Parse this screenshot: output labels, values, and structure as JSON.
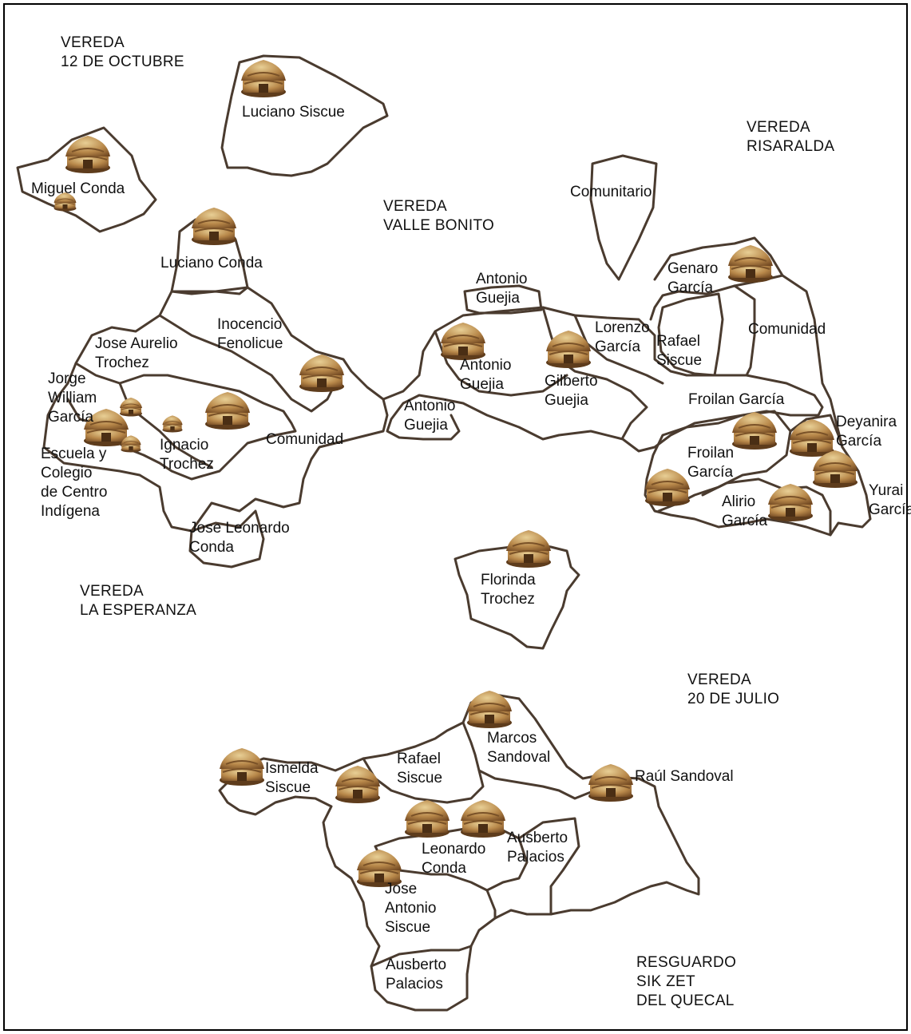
{
  "regions": {
    "r1": [
      "VEREDA",
      "12 DE OCTUBRE"
    ],
    "r2": [
      "VEREDA",
      "RISARALDA"
    ],
    "r3": [
      "VEREDA",
      "VALLE BONITO"
    ],
    "r4": [
      "VEREDA",
      "LA ESPERANZA"
    ],
    "r5": [
      "VEREDA",
      "20 DE JULIO"
    ],
    "r6": [
      "RESGUARDO",
      "SIK ZET",
      "DEL QUECAL"
    ]
  },
  "plots": {
    "luciano_siscue": [
      "Luciano Siscue"
    ],
    "miguel_conda": [
      "Miguel Conda"
    ],
    "comunitario": [
      "Comunitario"
    ],
    "luciano_conda": [
      "Luciano Conda"
    ],
    "antonio_guejia_top": [
      "Antonio",
      "Guejia"
    ],
    "genaro_garcia": [
      "Genaro",
      "García"
    ],
    "inocencio_fenolicue": [
      "Inocencio",
      "Fenolicue"
    ],
    "jose_aurelio_trochez": [
      "Jose Aurelio",
      "Trochez"
    ],
    "lorenzo_garcia": [
      "Lorenzo",
      "García"
    ],
    "rafael_siscue_ne": [
      "Rafael",
      "Siscue"
    ],
    "comunidad_ne": [
      "Comunidad"
    ],
    "antonio_guejia_mid": [
      "Antonio",
      "Guejia"
    ],
    "gilberto_guejia": [
      "Gilberto",
      "Guejia"
    ],
    "jorge_william_garcia": [
      "Jorge",
      "William",
      "García"
    ],
    "froilan_garcia_1": [
      "Froilan García"
    ],
    "antonio_guejia_small": [
      "Antonio",
      "Guejia"
    ],
    "deyanira_garcia": [
      "Deyanira",
      "García"
    ],
    "escuela": [
      "Escuela y",
      "Colegio",
      "de Centro",
      "Indígena"
    ],
    "ignacio_trochez": [
      "Ignacio",
      "Trochez"
    ],
    "comunidad_w": [
      "Comunidad"
    ],
    "froilan_garcia_2": [
      "Froilan",
      "García"
    ],
    "yurai_garcia": [
      "Yurai",
      "García"
    ],
    "alirio_garcia": [
      "Alirio",
      "García"
    ],
    "jose_leonardo_conda": [
      "Jose Leonardo",
      "Conda"
    ],
    "florinda_trochez": [
      "Florinda",
      "Trochez"
    ],
    "marcos_sandoval": [
      "Marcos",
      "Sandoval"
    ],
    "rafael_siscue_s": [
      "Rafael",
      "Siscue"
    ],
    "ismelda_siscue": [
      "Ismelda",
      "Siscue"
    ],
    "raul_sandoval": [
      "Raúl Sandoval"
    ],
    "ausberto_palacios_1": [
      "Ausberto",
      "Palacios"
    ],
    "leonardo_conda": [
      "Leonardo",
      "Conda"
    ],
    "jose_antonio_siscue": [
      "Jose",
      "Antonio",
      "Siscue"
    ],
    "ausberto_palacios_2": [
      "Ausberto",
      "Palacios"
    ]
  },
  "colors": {
    "border": "#4a3b2f",
    "hut_light": "#d8b87a",
    "hut_dark": "#7a5228"
  },
  "icons": {
    "hut": "thatched-hut-icon"
  }
}
